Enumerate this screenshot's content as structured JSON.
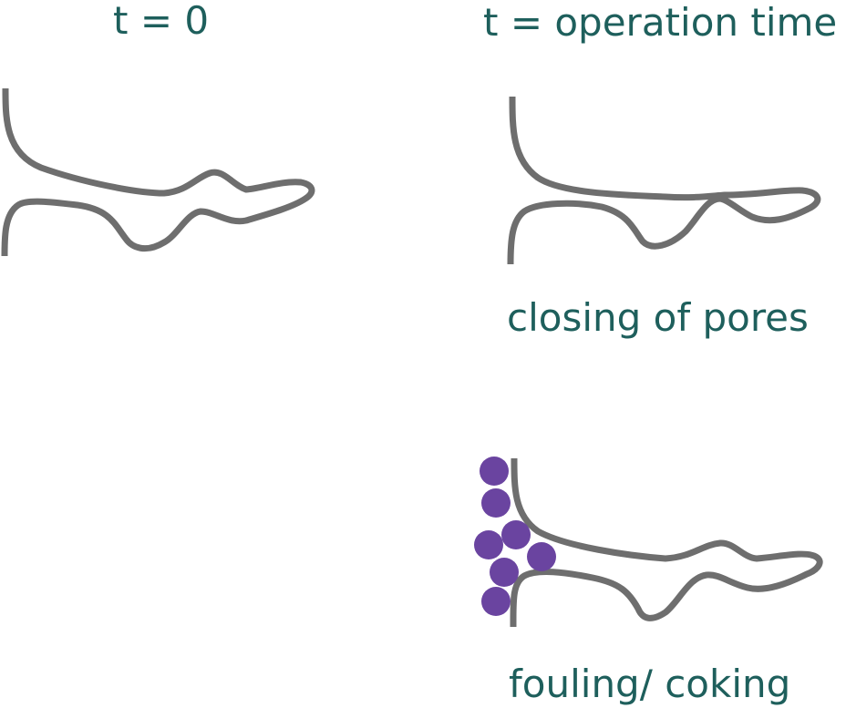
{
  "labels": {
    "initial_state": "t = 0",
    "later_state": "t = operation time",
    "closing": "closing of pores",
    "fouling": "fouling/ coking"
  },
  "colors": {
    "text": "#1e5f5c",
    "pore_wall": "#6e6e6e",
    "particle": "#6a44a0"
  },
  "particles": {
    "count": 7
  }
}
